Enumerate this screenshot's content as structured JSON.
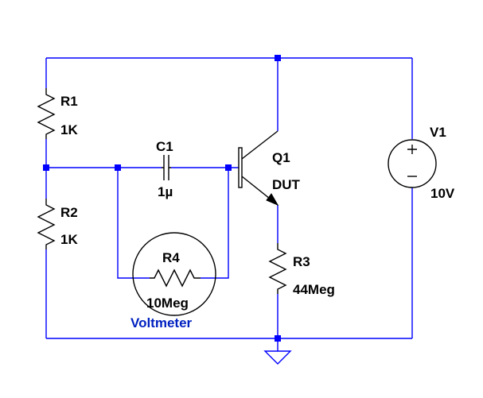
{
  "colors": {
    "wire": "#0000ff",
    "component": "#000000",
    "annotation": "#0020c0",
    "background": "#ffffff"
  },
  "components": {
    "r1": {
      "ref": "R1",
      "value": "1K"
    },
    "r2": {
      "ref": "R2",
      "value": "1K"
    },
    "r3": {
      "ref": "R3",
      "value": "44Meg"
    },
    "r4": {
      "ref": "R4",
      "value": "10Meg"
    },
    "c1": {
      "ref": "C1",
      "value": "1µ"
    },
    "q1": {
      "ref": "Q1",
      "value": "DUT"
    },
    "v1": {
      "ref": "V1",
      "value": "10V"
    }
  },
  "annotation": {
    "voltmeter": "Voltmeter"
  },
  "icons": {
    "ground": "ground-icon",
    "voltage_source": "voltage-source-icon",
    "transistor": "npn-transistor-icon"
  }
}
